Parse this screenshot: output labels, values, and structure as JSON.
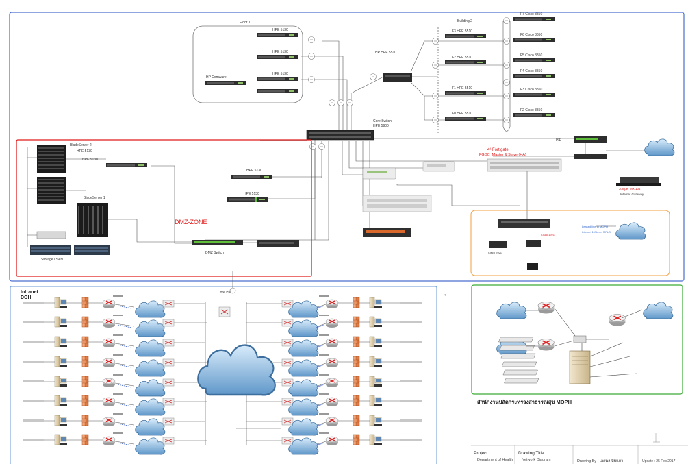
{
  "colors": {
    "core_border": "#4a6fd0",
    "dmz_border": "#e01b1b",
    "isp_border": "#f0a040",
    "intranet_border": "#6a9ad6",
    "moph_border": "#3aaa35",
    "accent_red": "#e01b1b"
  },
  "icons": [
    "switch-icon",
    "server-rack-icon",
    "router-icon",
    "firewall-icon",
    "cloud-icon",
    "desktop-pc-icon",
    "wan-switch-icon"
  ],
  "dmz": {
    "title": "DMZ-ZONE"
  },
  "fortigate": {
    "title": "4¹ Fortigate",
    "subtitle": "FGDC_Master & Slave (HA)"
  },
  "intranet": {
    "title": "Intranet",
    "subtitle": "DOH"
  },
  "moph": {
    "label": "สำนักงานปลัดกระทรวงสาธารณสุข MOPH"
  },
  "title_block": {
    "project_label": "Project :",
    "project_value": "Department of Health",
    "drawing_title_label": "Drawing Title",
    "drawing_title_value": "Network Diagram",
    "drawing_by_label": "Drawing By :",
    "drawing_by_value": "เอกพล หีบแก้ว",
    "update_label": "Update : 25 Feb 2017"
  }
}
